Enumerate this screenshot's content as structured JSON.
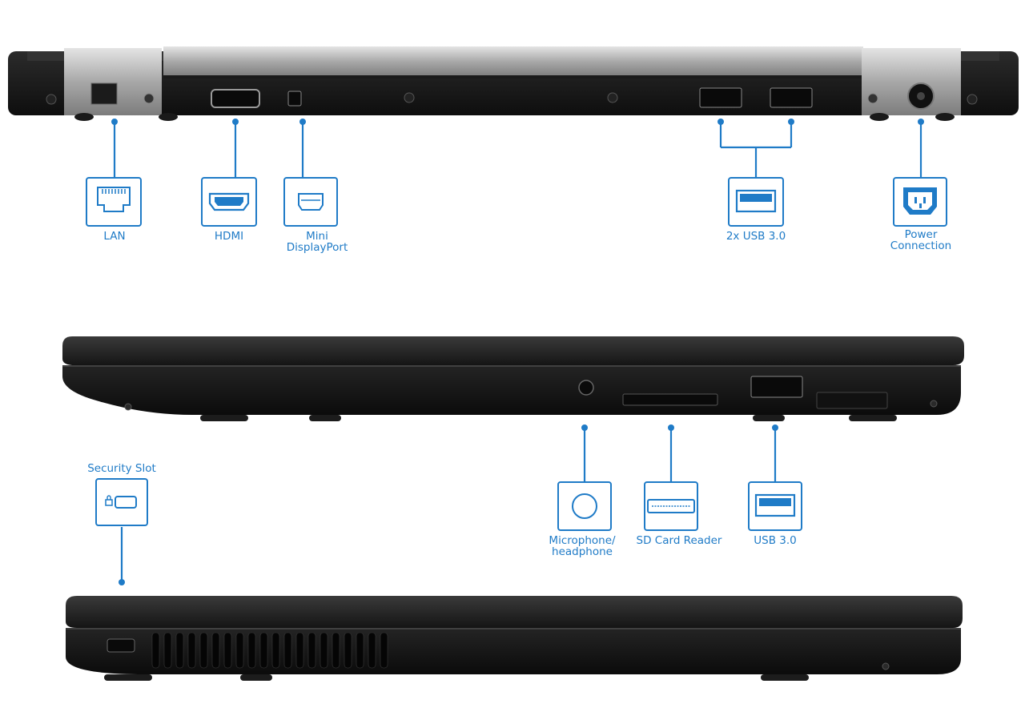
{
  "accent_color": "#1f7bc7",
  "back_view": {
    "ports": [
      {
        "key": "lan",
        "label_lines": [
          "LAN"
        ],
        "icon": "ethernet-port-icon"
      },
      {
        "key": "hdmi",
        "label_lines": [
          "HDMI"
        ],
        "icon": "hdmi-port-icon"
      },
      {
        "key": "minidp",
        "label_lines": [
          "Mini",
          "DisplayPort"
        ],
        "icon": "mini-displayport-icon"
      },
      {
        "key": "usb2x",
        "label_lines": [
          "2x USB 3.0"
        ],
        "icon": "usb-port-icon"
      },
      {
        "key": "power",
        "label_lines": [
          "Power",
          "Connection"
        ],
        "icon": "power-connector-icon"
      }
    ]
  },
  "right_view": {
    "ports": [
      {
        "key": "audio",
        "label_lines": [
          "Microphone/",
          "headphone"
        ],
        "icon": "audio-jack-icon"
      },
      {
        "key": "sd",
        "label_lines": [
          "SD Card Reader"
        ],
        "icon": "sd-card-icon"
      },
      {
        "key": "usb1",
        "label_lines": [
          "USB 3.0"
        ],
        "icon": "usb-port-icon"
      }
    ]
  },
  "left_view": {
    "ports": [
      {
        "key": "security",
        "label_lines": [
          "Security Slot"
        ],
        "icon": "security-lock-icon"
      }
    ]
  }
}
